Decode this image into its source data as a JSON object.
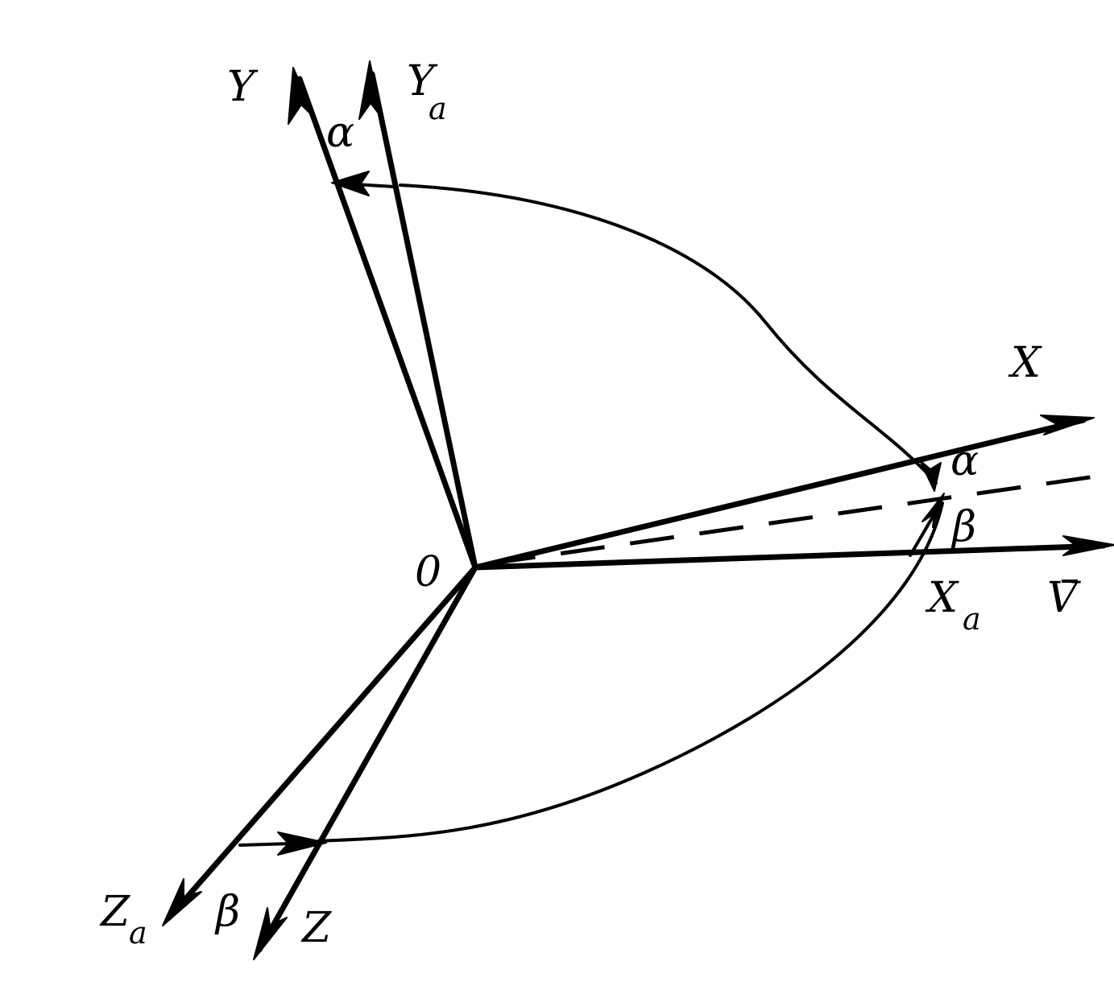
{
  "labels": {
    "origin": "0",
    "y_axis": "Y",
    "ya_axis_main": "Y",
    "ya_axis_sub": "a",
    "x_axis": "X",
    "xa_axis_main": "X",
    "xa_axis_sub": "a",
    "velocity": "V",
    "z_axis": "Z",
    "za_axis_main": "Z",
    "za_axis_sub": "a",
    "alpha_top": "α",
    "alpha_right": "α",
    "beta_right": "β",
    "beta_bottom": "β"
  }
}
